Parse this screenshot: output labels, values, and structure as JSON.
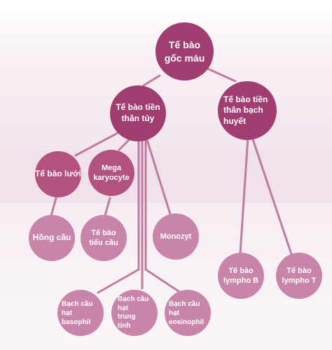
{
  "diagram": {
    "colors": {
      "dark": "#a13d71",
      "mid": "#b4527f",
      "light": "#c985a9",
      "link": "#c27ba0"
    },
    "nodes": {
      "stem": "Tế bào\ngốc máu",
      "myeloid": "Tế bào tiền\nthân tủy",
      "lymphoid": "Tế bào tiền\nthân bạch\nhuyết",
      "reticulocyte": "Tế bào lưới",
      "megakaryocyte": "Mega\nkaryocyte",
      "erythrocyte": "Hồng cầu",
      "platelet": "Tế bào\ntiểu cầu",
      "monocyte": "Monozyt",
      "lympho_b": "Tế bào\nlympho B",
      "lympho_t": "Tế bào\nlympho T",
      "basophil": "Bạch cầu\nhạt\nbasophil",
      "neutrophil": "Bạch cầu\nhạt\ntrung\ntính",
      "eosinophil": "Bạch cầu\nhạt\neosinophil"
    }
  }
}
